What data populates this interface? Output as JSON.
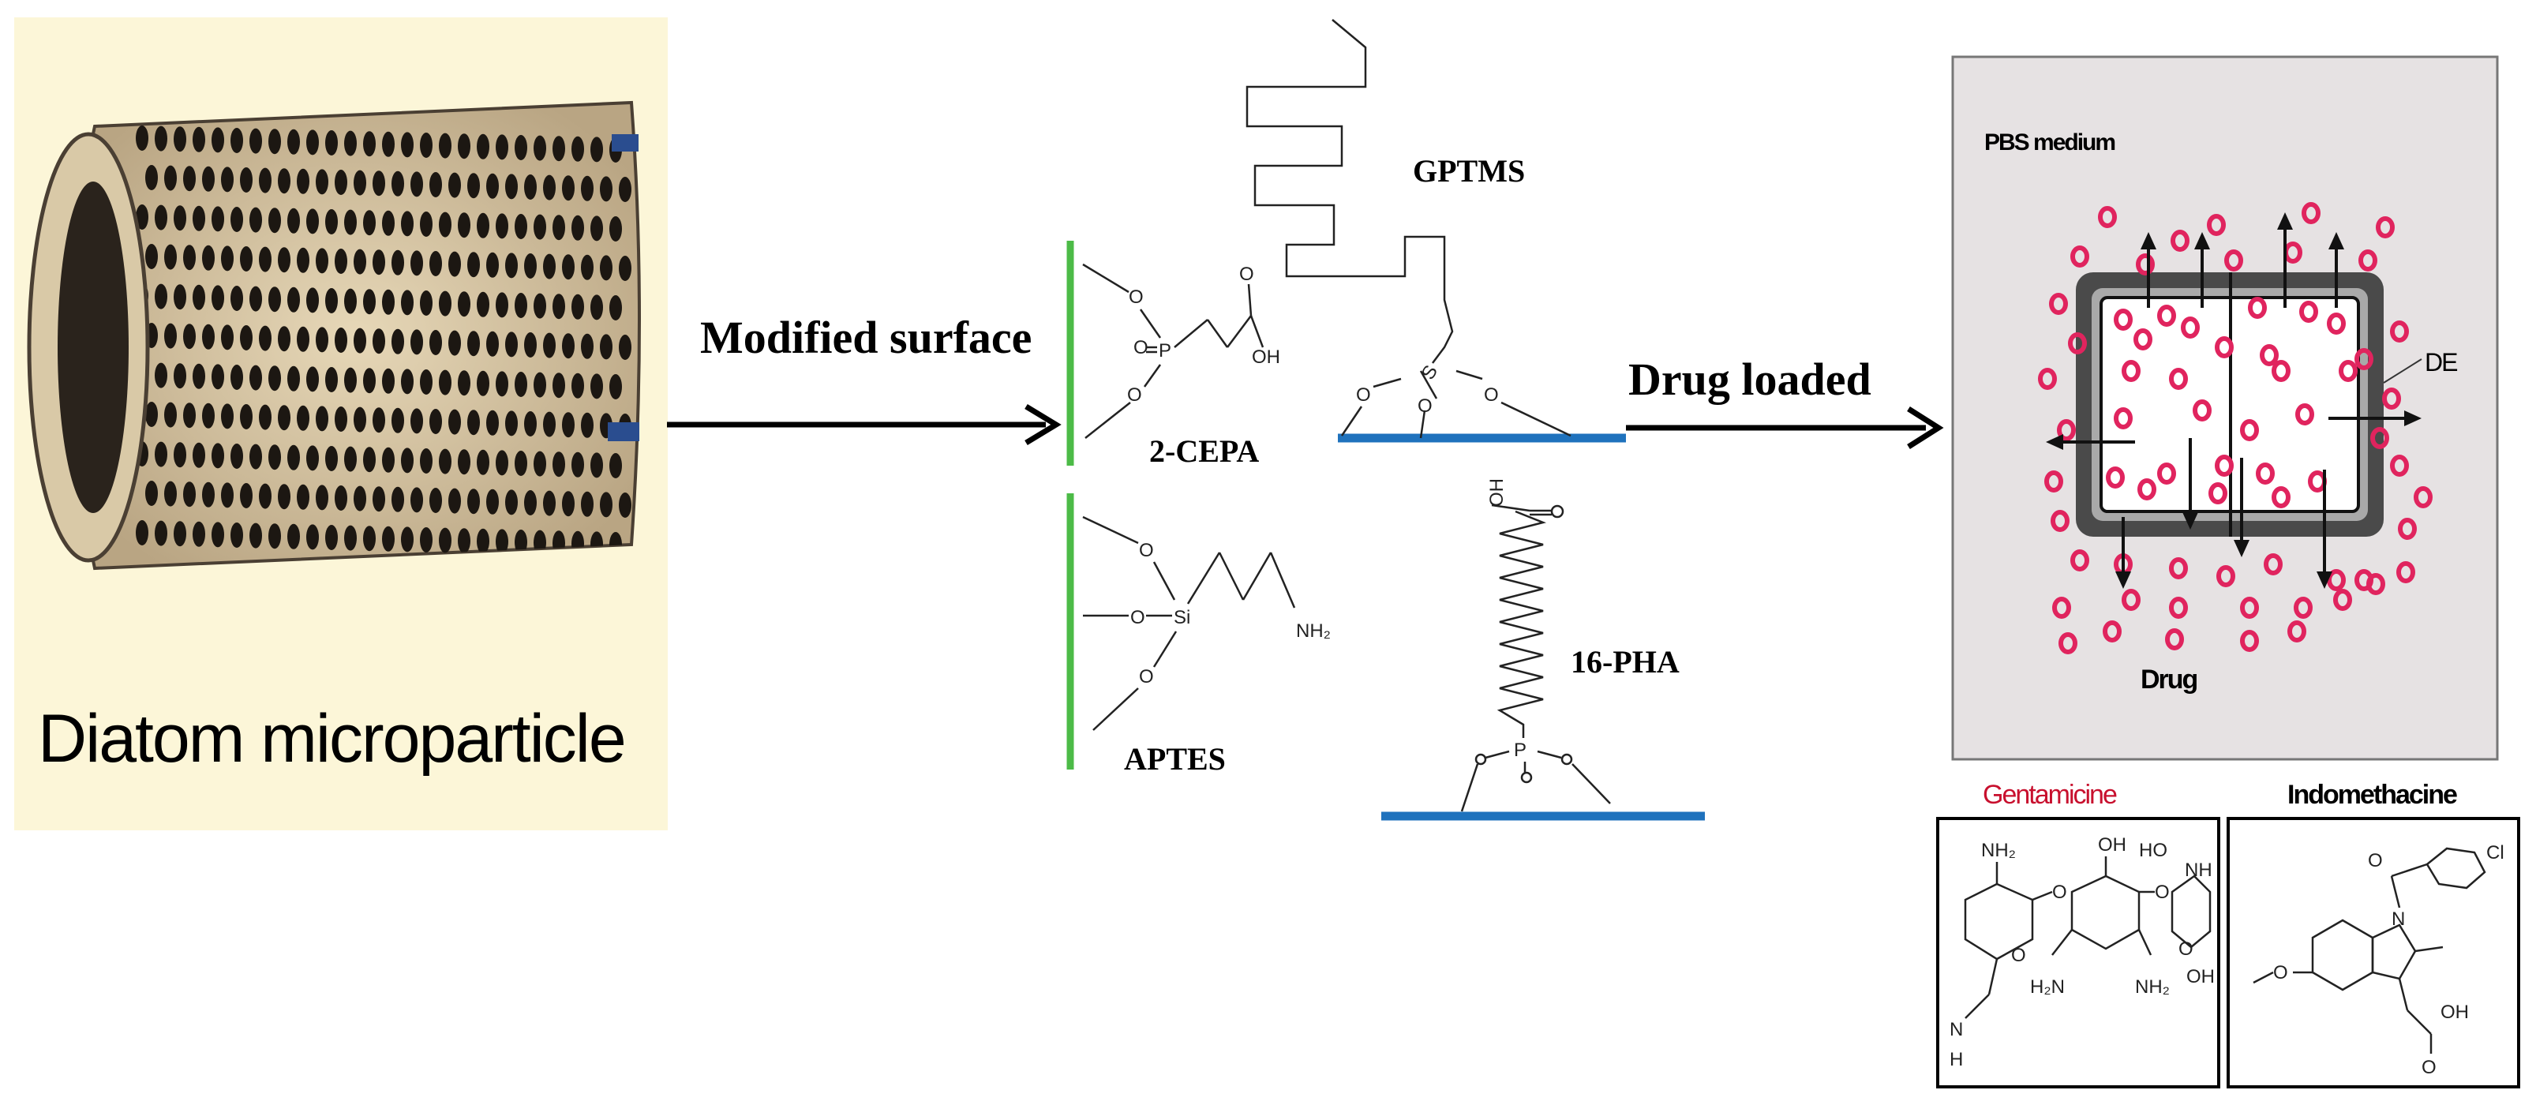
{
  "labels": {
    "diatom_caption": "Diatom microparticle",
    "modified_surface": "Modified surface",
    "drug_loaded": "Drug loaded",
    "gptms": "GPTMS",
    "cepa": "2-CEPA",
    "aptes": "APTES",
    "pha": "16-PHA",
    "pbs_medium": "PBS medium",
    "de": "DE",
    "drug": "Drug",
    "gentamicine": "Gentamicine",
    "indomethacine": "Indomethacine"
  },
  "atoms": {
    "cepa_p": "P",
    "cepa_oh": "OH",
    "cepa_o": "O",
    "aptes_si": "Si",
    "aptes_o": "O",
    "aptes_nh2": "NH₂",
    "gptms_s": "S",
    "pha_oh": "OH",
    "pha_p": "P",
    "gen_nh2": "NH₂",
    "gen_oh": "OH",
    "gen_ho": "HO",
    "gen_nh": "NH",
    "gen_o": "O",
    "gen_h2n": "H₂N",
    "gen_n": "N",
    "gen_h": "H",
    "indo_cl": "Cl",
    "indo_n": "N",
    "indo_o": "O",
    "indo_oh": "OH"
  },
  "colors": {
    "green_surface": "#4cbb47",
    "blue_surface": "#1f72bd",
    "drug_red": "#e0245e",
    "gentamicine_red": "#c8102e",
    "panel_bg": "#e6e2e3",
    "diatom_bg": "#fcf6d8"
  }
}
